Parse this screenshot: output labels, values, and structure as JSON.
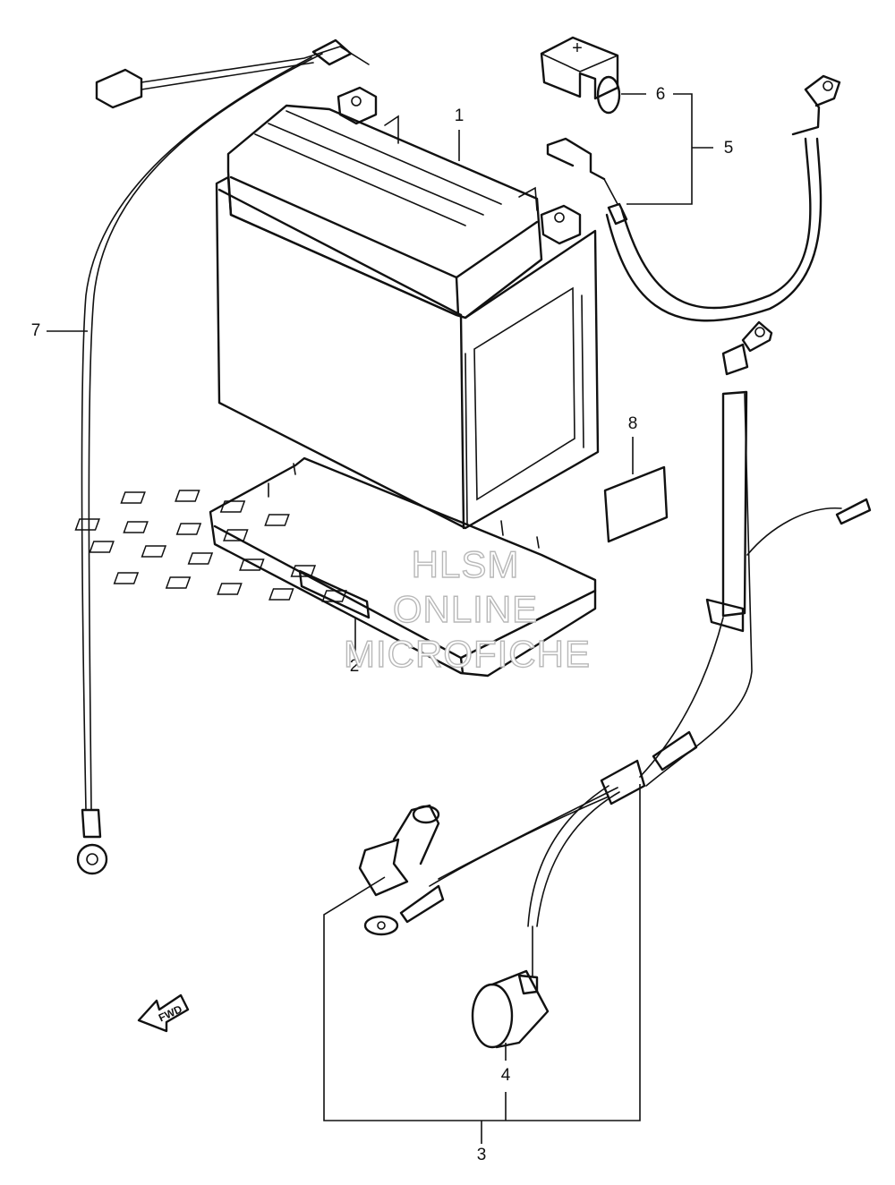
{
  "callouts": {
    "c1": "1",
    "c2": "2",
    "c3": "3",
    "c4": "4",
    "c5": "5",
    "c6": "6",
    "c7": "7",
    "c8": "8"
  },
  "terminal_cover_mark": "+",
  "fwd_label": "FWD",
  "watermark": {
    "line1": "HLSM",
    "line2": "ONLINE",
    "line3": "MICROFICHE"
  },
  "colors": {
    "line": "#111111",
    "watermark_outline": "#b8b8b8",
    "background": "#ffffff"
  }
}
